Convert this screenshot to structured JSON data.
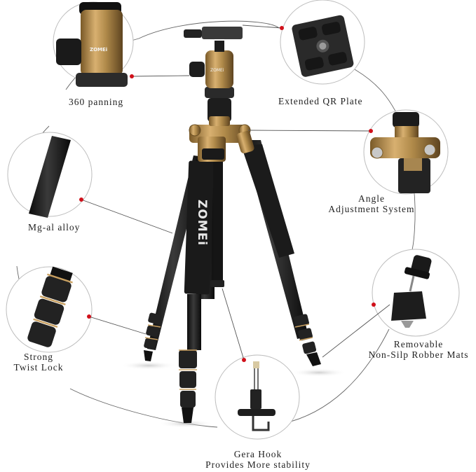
{
  "diagram": {
    "brand": "ZOMEi",
    "product": "tripod",
    "accent_dot_color": "#d0101a",
    "gold_color": "#b08a4a",
    "connector_color": "#555555",
    "callouts": [
      {
        "id": "panning",
        "lines": [
          "360 panning"
        ]
      },
      {
        "id": "qr-plate",
        "lines": [
          "Extended QR Plate"
        ]
      },
      {
        "id": "angle",
        "lines": [
          "Angle",
          "Adjustment System"
        ]
      },
      {
        "id": "alloy",
        "lines": [
          "Mg-al alloy"
        ]
      },
      {
        "id": "mats",
        "lines": [
          "Removable",
          "Non-Silp Robber Mats"
        ]
      },
      {
        "id": "twist-lock",
        "lines": [
          "Strong",
          "Twist Lock"
        ]
      },
      {
        "id": "hook",
        "lines": [
          "Gera Hook",
          "Provides More stability"
        ]
      }
    ]
  }
}
